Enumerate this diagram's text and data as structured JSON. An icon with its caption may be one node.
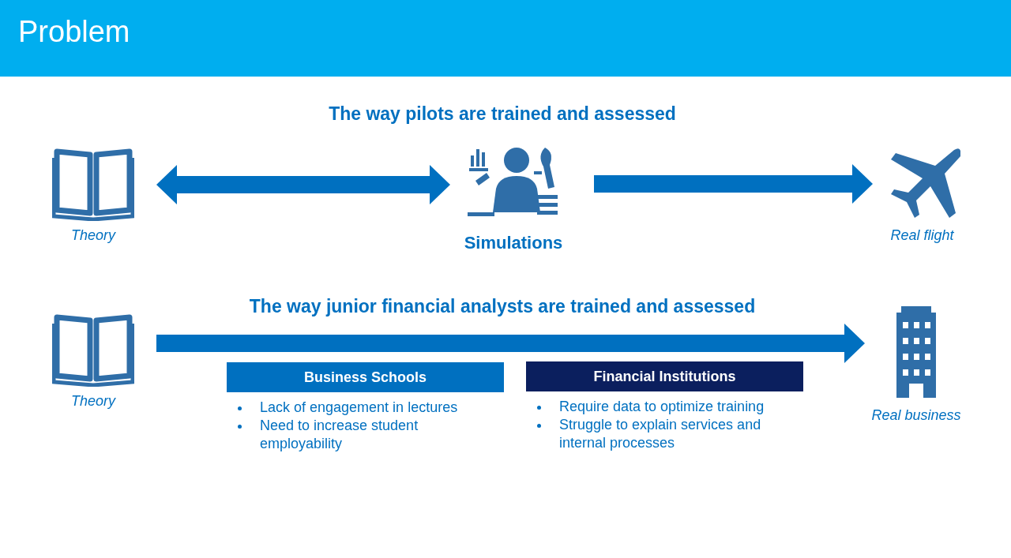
{
  "diagram": {
    "title": "Problem",
    "nodes": [
      {
        "text": [
          "Theory"
        ]
      },
      {
        "text": [
          "Simulations"
        ]
      },
      {
        "text": [
          "Real flight"
        ]
      },
      {
        "text": [
          "Theory"
        ]
      },
      {
        "text": [
          "Real business"
        ]
      },
      {
        "text": [
          "Business Schools"
        ],
        "beside": [
          "Lack of engagement in lectures",
          "Need to increase student employability"
        ]
      },
      {
        "text": [
          "Financial Institutions"
        ],
        "beside": [
          "Require data to optimize training",
          "Struggle to explain services and internal processes"
        ]
      }
    ],
    "edges": [
      {
        "from": 0,
        "to": 1,
        "arrow": "both"
      },
      {
        "from": 1,
        "to": 2,
        "arrow": "to"
      },
      {
        "from": 3,
        "to": 4,
        "arrow": "to"
      }
    ],
    "labels": [
      "The way pilots are trained and assessed",
      "The way junior financial analysts are trained and assessed"
    ]
  }
}
